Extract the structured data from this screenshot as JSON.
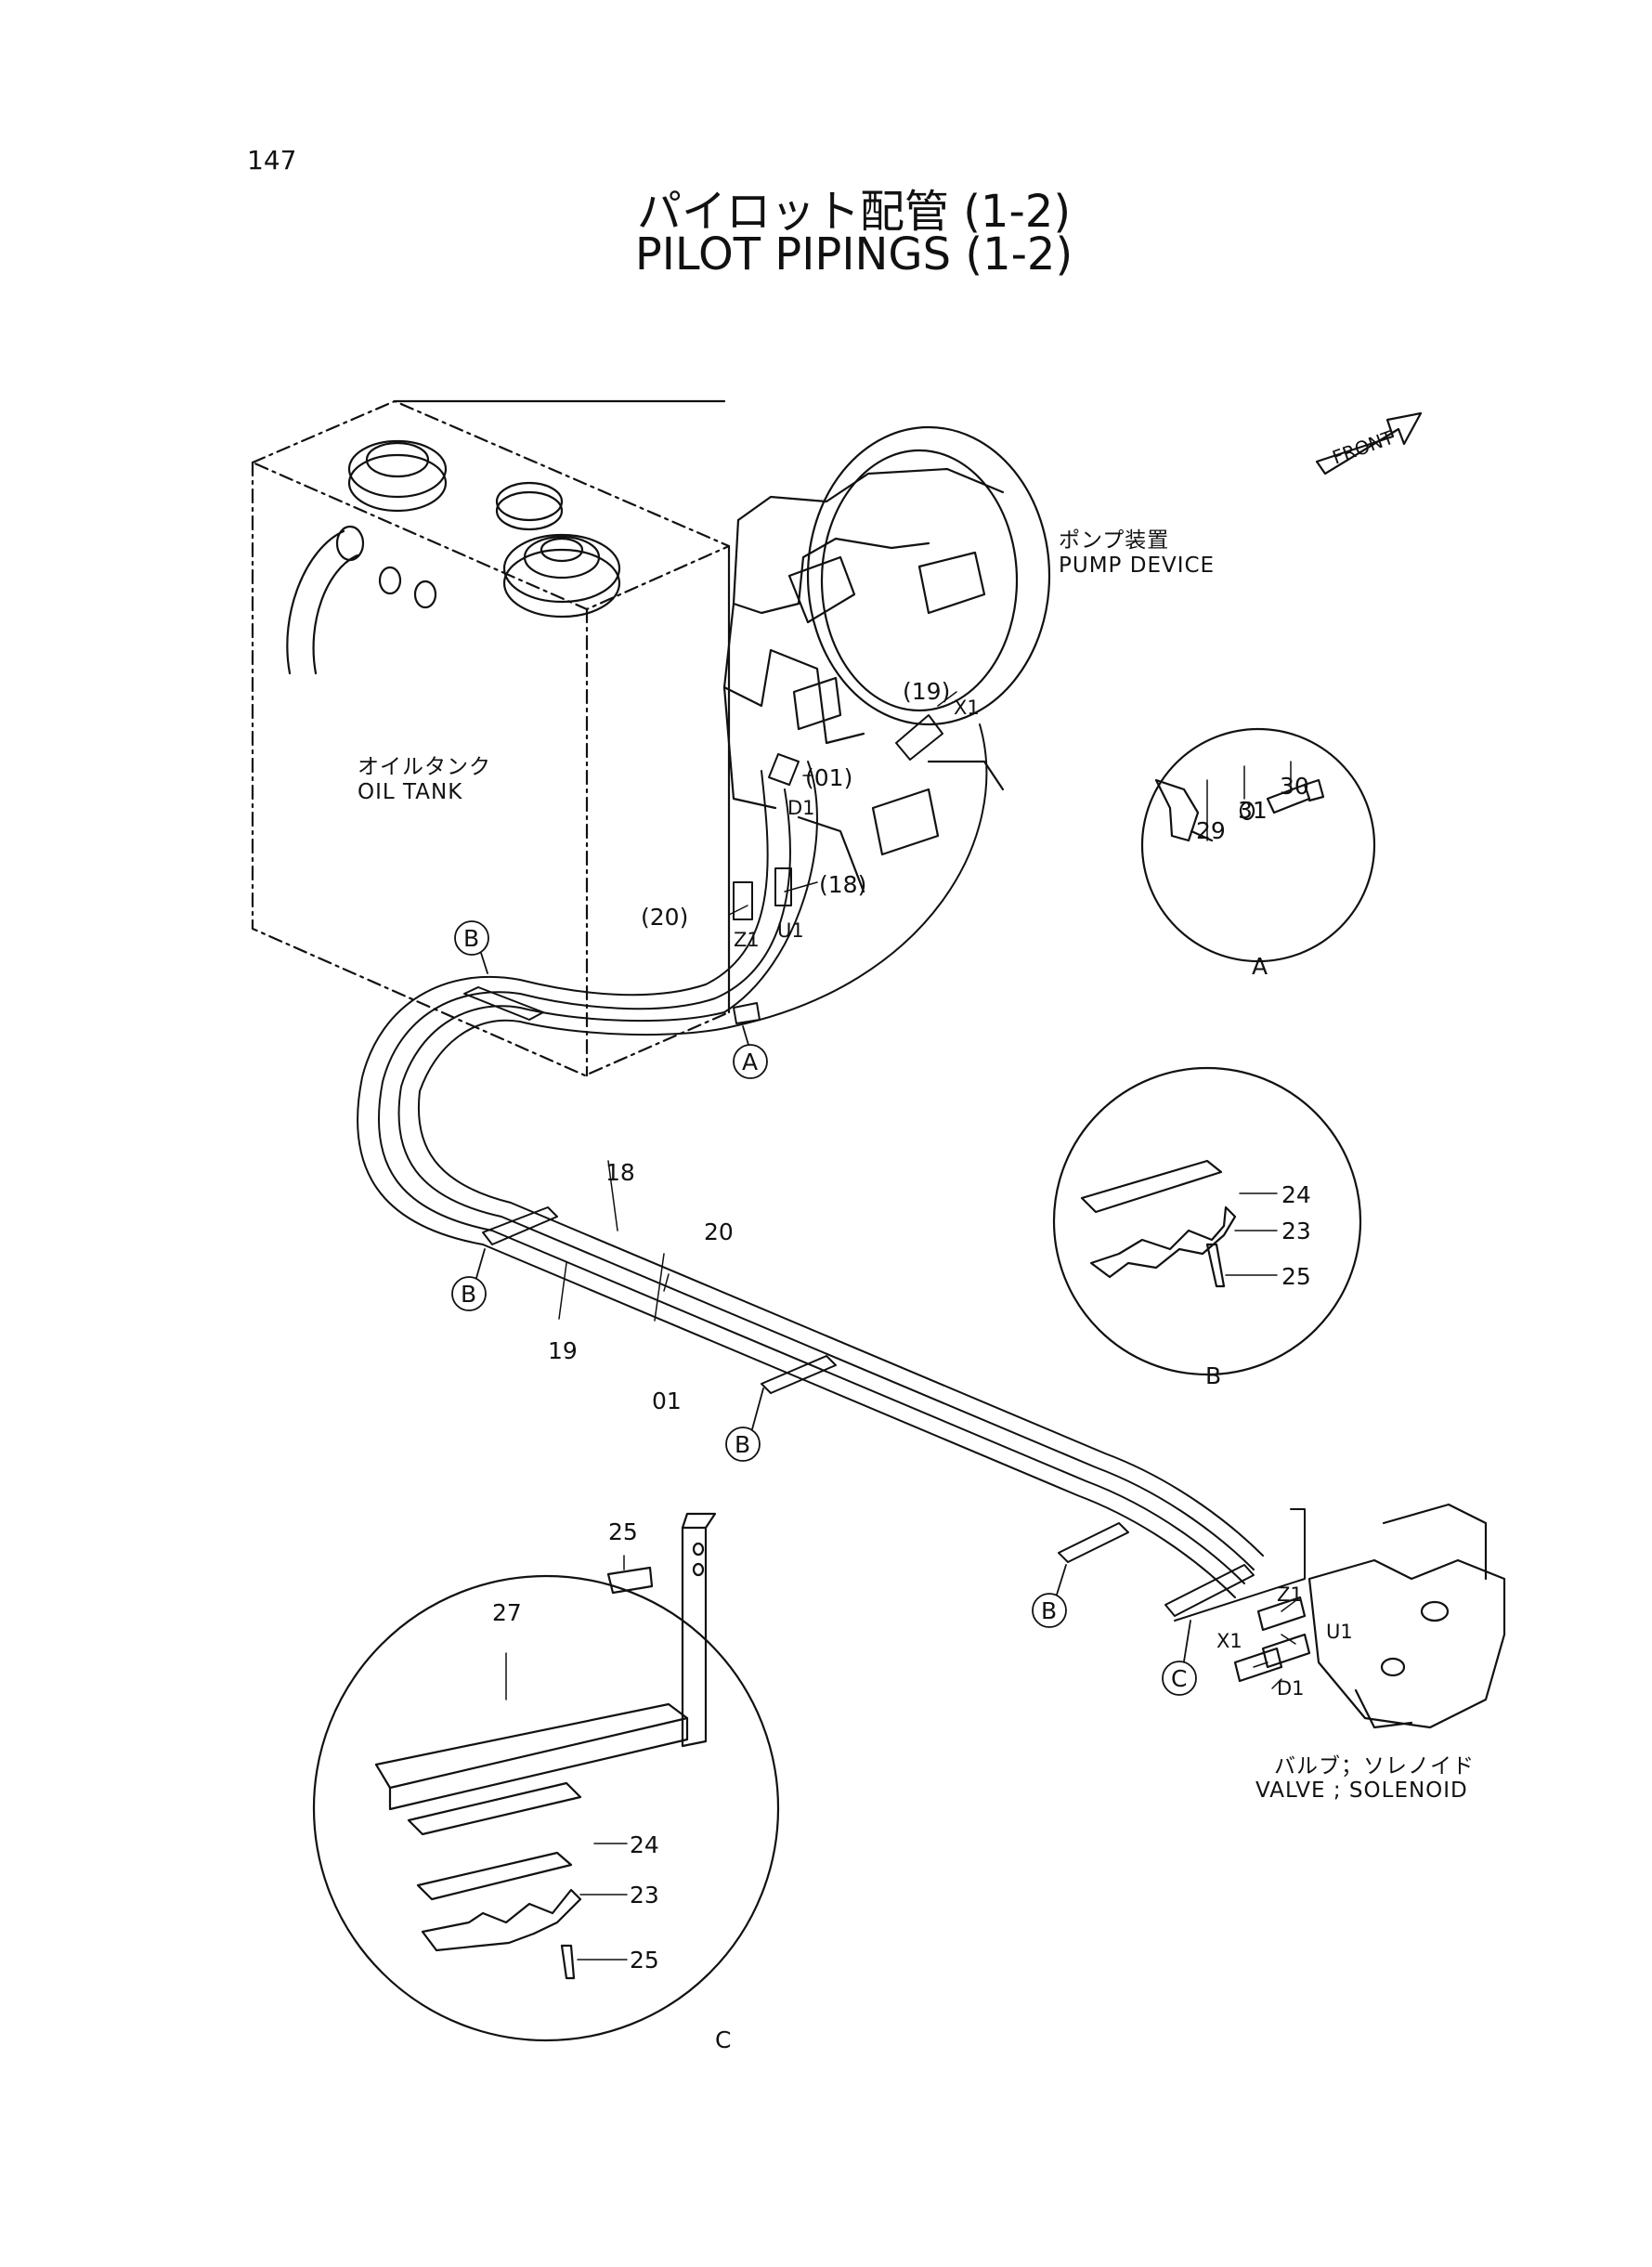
{
  "page_number": "147",
  "title_ja": "パイロット配管 (1-2)",
  "title_en": "PILOT PIPINGS (1-2)",
  "front_label": "FRONT",
  "labels": {
    "pump_ja": "ポンプ装置",
    "pump_en": "PUMP DEVICE",
    "tank_ja": "オイルタンク",
    "tank_en": "OIL TANK",
    "valve_ja": "バルブ；ソレノイド",
    "valve_en": "VALVE ; SOLENOID"
  },
  "callouts": {
    "p19": "(19)",
    "p01": "(01)",
    "p18": "(18)",
    "p20": "(20)",
    "x1": "X1",
    "d1": "D1",
    "u1": "U1",
    "z1": "Z1",
    "pipe18": "18",
    "pipe20": "20",
    "pipe19": "19",
    "pipe01": "01",
    "valve_z1": "Z1",
    "valve_u1": "U1",
    "valve_x1": "X1",
    "valve_d1": "D1"
  },
  "ref_markers": {
    "a": "A",
    "b": "B",
    "c": "C"
  },
  "detail_a": {
    "parts": [
      "29",
      "31",
      "30"
    ],
    "label": "A"
  },
  "detail_b": {
    "parts": [
      "24",
      "23",
      "25"
    ],
    "label": "B"
  },
  "detail_c": {
    "parts": [
      "25",
      "27",
      "24",
      "23",
      "25"
    ],
    "label": "C"
  }
}
